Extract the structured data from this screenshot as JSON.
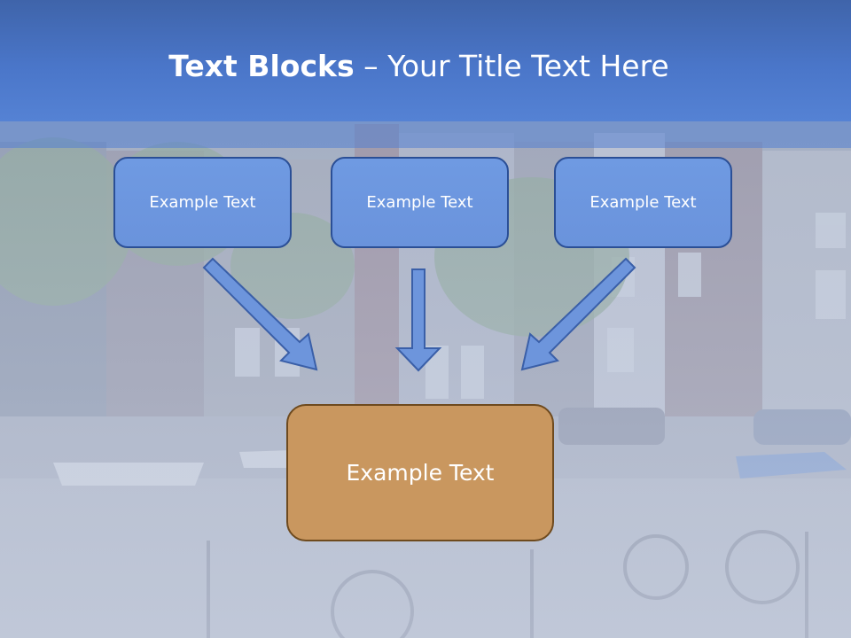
{
  "title": {
    "bold": "Text Blocks",
    "separator": " – ",
    "rest": "Your Title Text Here"
  },
  "blocks": {
    "top_left": "Example Text",
    "top_center": "Example Text",
    "top_right": "Example Text",
    "bottom": "Example Text"
  },
  "colors": {
    "title_bar": "#4a76c9",
    "block_fill": "#6f9ae2",
    "block_border": "#2b4f96",
    "target_fill": "#c9975f",
    "target_border": "#6e4a1e",
    "arrow_fill": "#6d95dc",
    "arrow_stroke": "#3a5fa8"
  }
}
